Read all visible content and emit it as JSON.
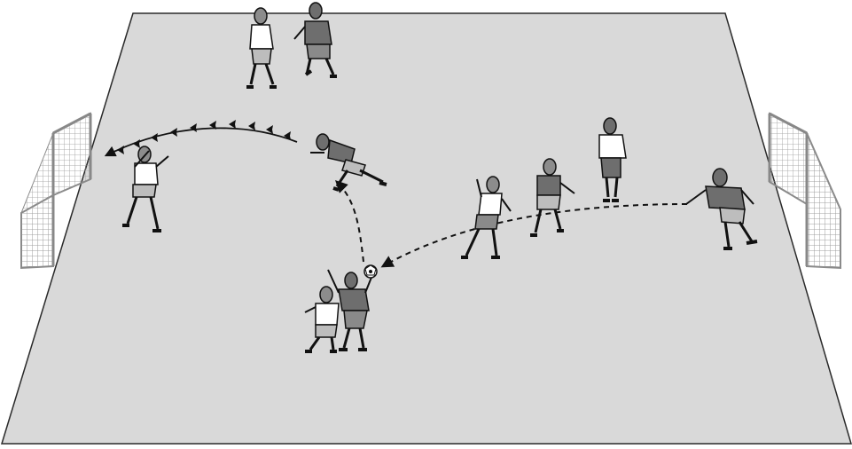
{
  "colors": {
    "court_fill": "#d9d9d9",
    "court_line": "#2a2a2a",
    "dark_team": "#6e6e6e",
    "light_team": "#ffffff",
    "skin": "#8c8c8c",
    "shorts_dark": "#8a8a8a",
    "shorts_light": "#bdbdbd",
    "goal_net": "#9a9a9a",
    "arrow": "#111111"
  },
  "icons": {
    "goals": [
      "handball-goal-net-icon",
      "handball-goal-net-icon"
    ],
    "ball": "handball-ball-icon"
  },
  "players": [
    {
      "name": "player-light-top-left",
      "team": "light",
      "pose": "stand"
    },
    {
      "name": "player-dark-top-center",
      "team": "dark",
      "pose": "run"
    },
    {
      "name": "player-light-receiver-left",
      "team": "light",
      "pose": "catch"
    },
    {
      "name": "player-dark-diving",
      "team": "dark",
      "pose": "lunge"
    },
    {
      "name": "player-light-middle",
      "team": "light",
      "pose": "catch"
    },
    {
      "name": "player-dark-middle",
      "team": "dark",
      "pose": "run"
    },
    {
      "name": "player-light-middle-back",
      "team": "light",
      "pose": "stand"
    },
    {
      "name": "player-dark-right-thrower",
      "team": "dark",
      "pose": "throw"
    },
    {
      "name": "player-light-bottom",
      "team": "light",
      "pose": "stand"
    },
    {
      "name": "player-dark-bottom-catcher",
      "team": "dark",
      "pose": "catch"
    }
  ],
  "passes": [
    {
      "name": "pass-right-to-center",
      "style": "dashed"
    },
    {
      "name": "pass-center-to-top",
      "style": "dashed"
    },
    {
      "name": "pass-top-to-left",
      "style": "shot-arrows"
    }
  ]
}
